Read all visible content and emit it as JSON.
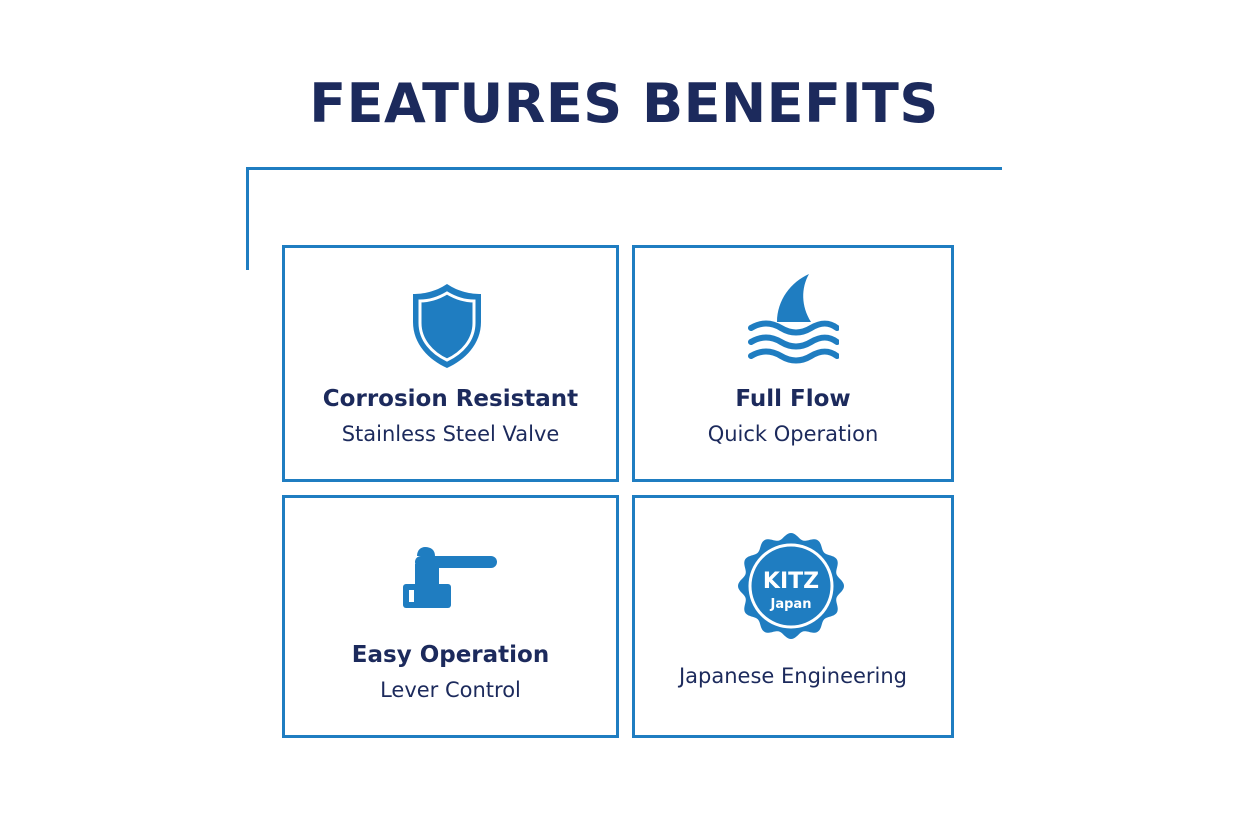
{
  "title": "FEATURES BENEFITS",
  "colors": {
    "accent": "#1f7dc1",
    "text": "#1c2a5c",
    "background": "#ffffff"
  },
  "cards": [
    {
      "icon": "shield-icon",
      "title": "Corrosion Resistant",
      "subtitle": "Stainless Steel Valve"
    },
    {
      "icon": "water-wave-icon",
      "title": "Full Flow",
      "subtitle": "Quick Operation"
    },
    {
      "icon": "lever-handle-icon",
      "title": "Easy Operation",
      "subtitle": "Lever Control"
    },
    {
      "icon": "kitz-badge-icon",
      "badge_line1": "KITZ",
      "badge_line2": "Japan",
      "subtitle": "Japanese Engineering"
    }
  ]
}
